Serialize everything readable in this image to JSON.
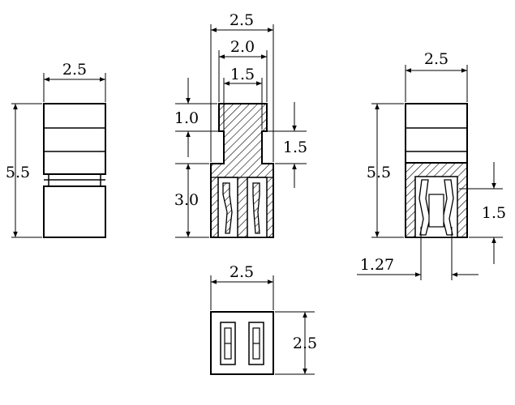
{
  "views": {
    "left_side": {
      "width_label": "2.5",
      "height_label": "5.5"
    },
    "section": {
      "overall_width_label": "2.5",
      "mid_width_label": "2.0",
      "inner_width_label": "1.5",
      "top_height_label": "1.0",
      "lower_height_label": "3.0",
      "neck_height_label": "1.5"
    },
    "right_section": {
      "width_label": "2.5",
      "height_label": "5.5",
      "slot_depth_label": "1.5",
      "pitch_label": "1.27"
    },
    "bottom": {
      "width_label": "2.5",
      "height_label": "2.5"
    }
  },
  "colors": {
    "line": "#000000",
    "background": "#ffffff"
  }
}
